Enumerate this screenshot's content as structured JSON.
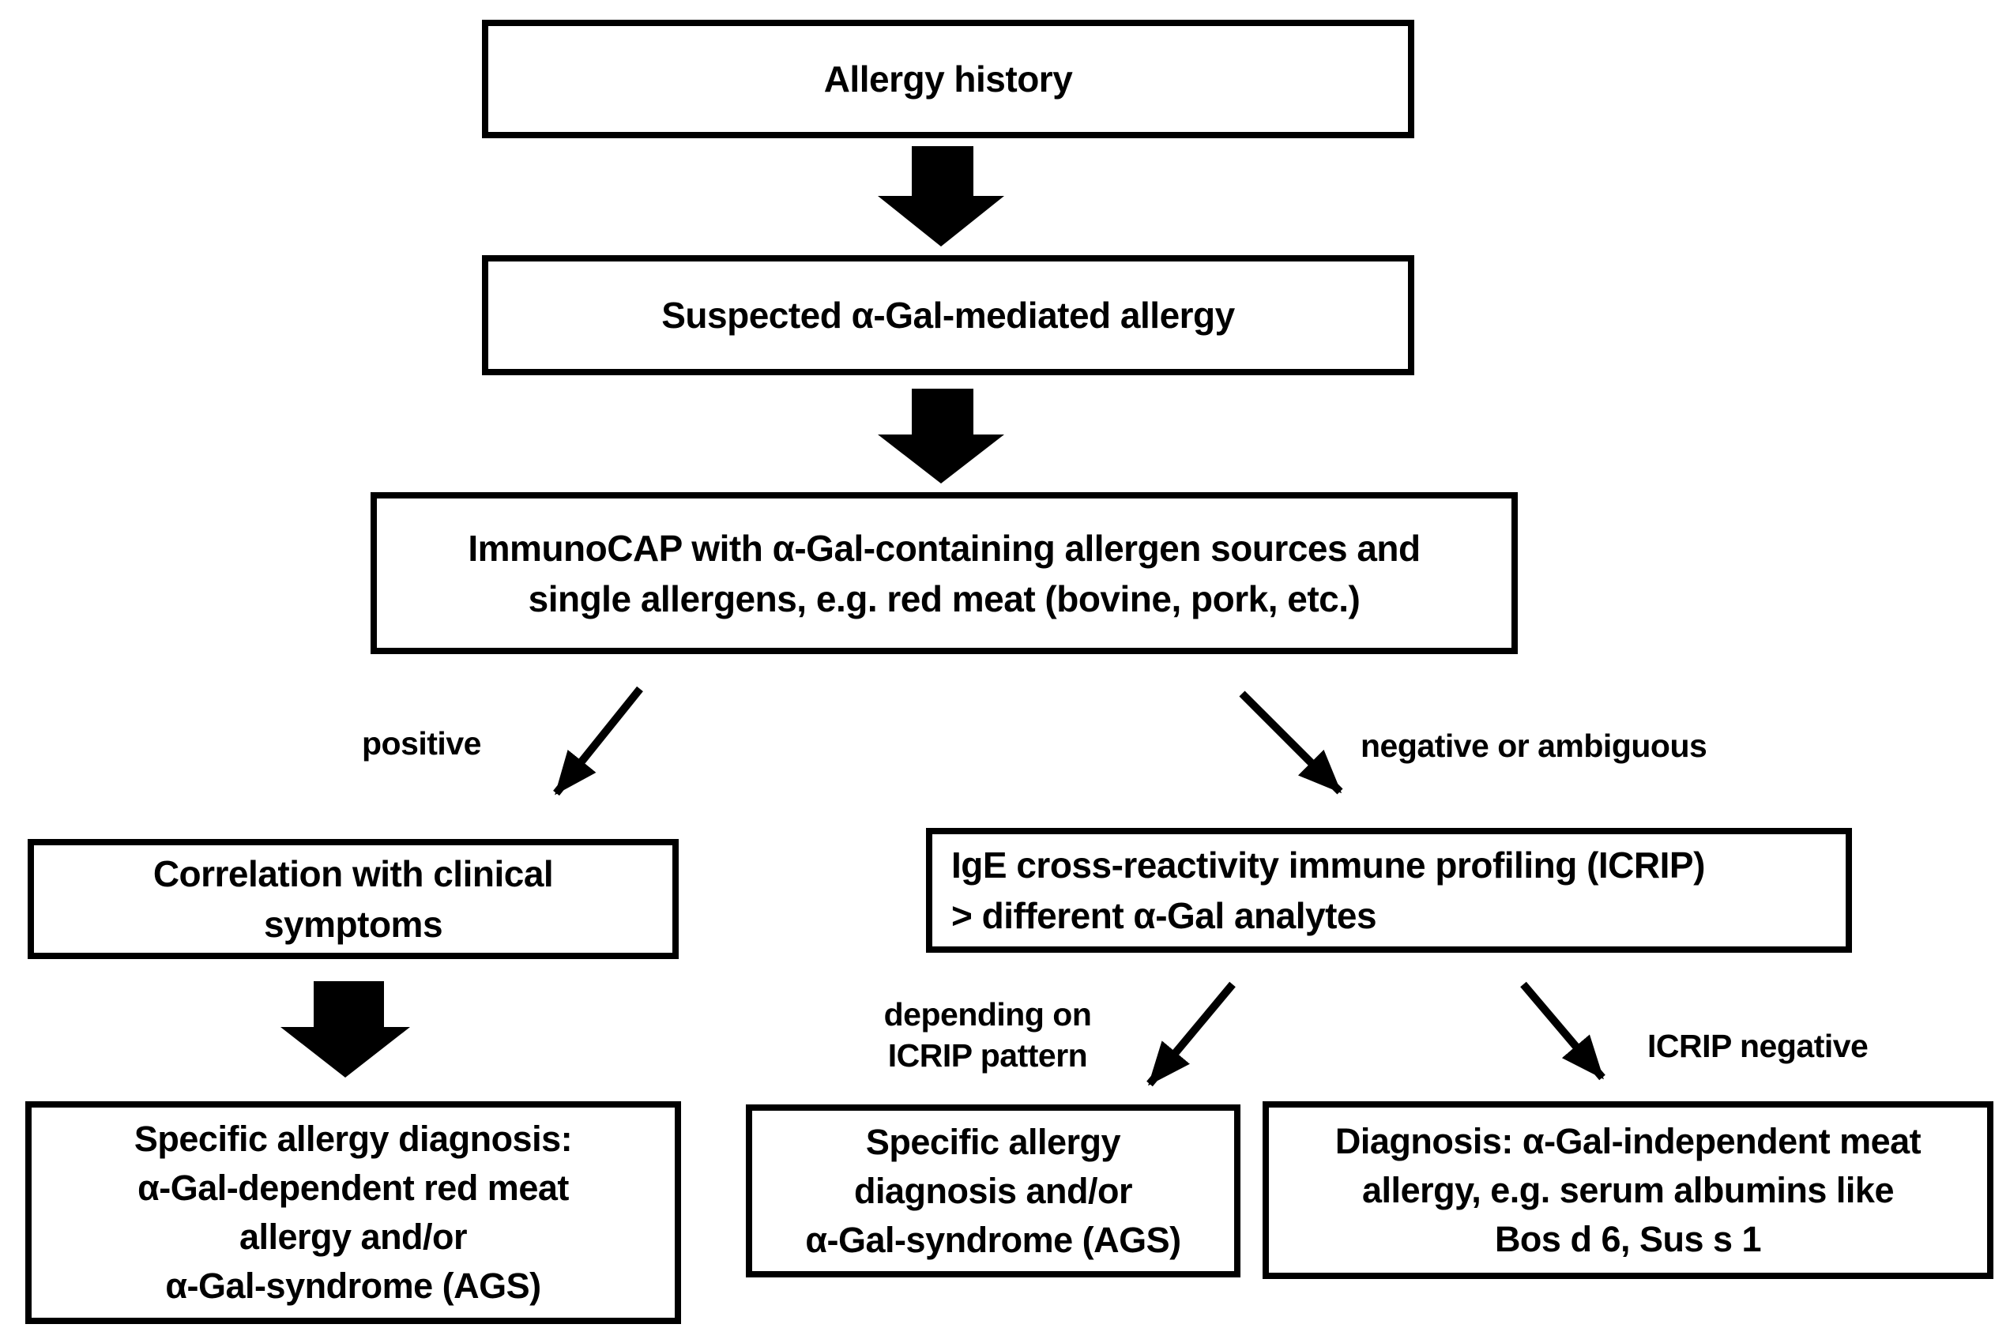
{
  "diagram": {
    "title_hint": "alpha-Gal allergy diagnostic workflow flowchart",
    "colors": {
      "foreground": "#000000",
      "background": "#ffffff"
    },
    "nodes": {
      "allergy_history": {
        "lines": [
          "Allergy history"
        ]
      },
      "suspected_allergy": {
        "lines": [
          "Suspected α-Gal-mediated allergy"
        ]
      },
      "immunocap": {
        "lines": [
          "ImmunoCAP with α-Gal-containing allergen sources and",
          "single allergens, e.g. red meat (bovine, pork, etc.)"
        ]
      },
      "correlation": {
        "lines": [
          "Correlation with clinical",
          "symptoms"
        ]
      },
      "icrip": {
        "lines": [
          "IgE cross-reactivity immune profiling (ICRIP)",
          "> different α-Gal analytes"
        ]
      },
      "specific_diagnosis_left": {
        "lines": [
          "Specific allergy diagnosis:",
          "α-Gal-dependent red meat",
          "allergy and/or",
          "α-Gal-syndrome (AGS)"
        ]
      },
      "specific_diagnosis_middle": {
        "lines": [
          "Specific allergy",
          "diagnosis and/or",
          "α-Gal-syndrome (AGS)"
        ]
      },
      "diagnosis_independent": {
        "lines": [
          "Diagnosis: α-Gal-independent meat",
          "allergy, e.g. serum albumins like",
          "Bos d 6, Sus s 1"
        ]
      }
    },
    "edge_labels": {
      "positive": "positive",
      "negative_or_ambiguous": "negative or ambiguous",
      "depending_line1": "depending on",
      "depending_line2": "ICRIP pattern",
      "icrip_negative": "ICRIP negative"
    }
  }
}
